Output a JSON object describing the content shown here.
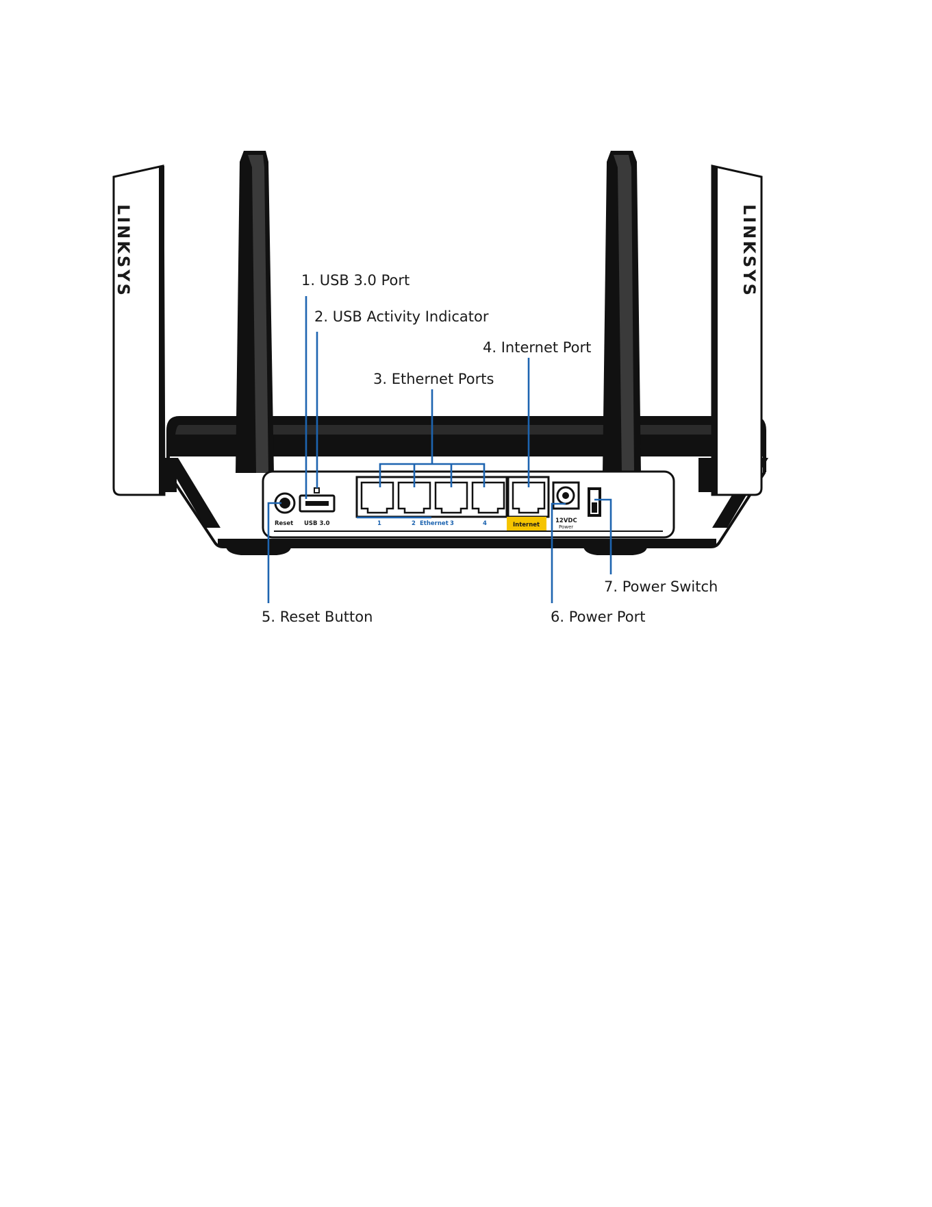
{
  "accent_color": "#1d64b0",
  "internet_highlight_color": "#f5c400",
  "callouts": {
    "usb_port": "1. USB 3.0 Port",
    "usb_activity": "2. USB Activity Indicator",
    "ethernet_ports": "3. Ethernet Ports",
    "internet_port": "4. Internet Port",
    "reset_button": "5. Reset Button",
    "power_port": "6. Power Port",
    "power_switch": "7. Power Switch"
  },
  "panel_labels": {
    "reset": "Reset",
    "usb": "USB 3.0",
    "eth1": "1",
    "eth2": "2",
    "ethernet": "Ethernet",
    "eth3": "3",
    "eth4": "4",
    "internet": "Internet",
    "power_rating": "12VDC",
    "power": "Power"
  },
  "logo": {
    "left": "LINKSYS",
    "right": "LINKSYS"
  }
}
